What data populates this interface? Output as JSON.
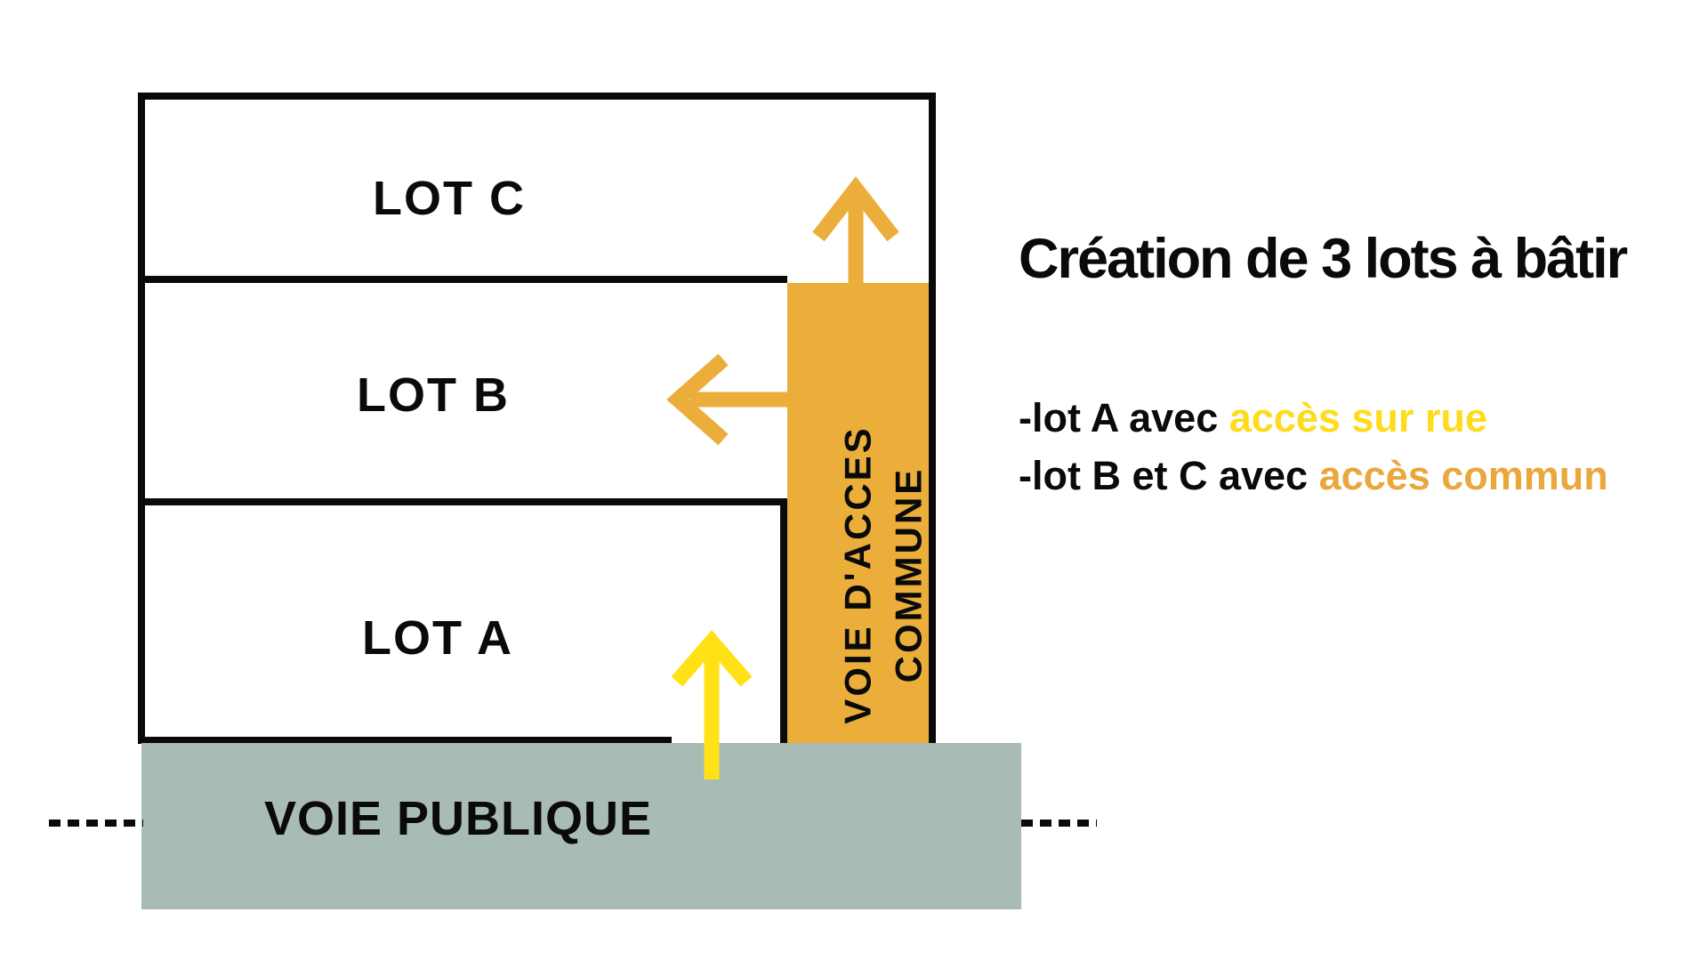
{
  "diagram": {
    "title": "Création de 3 lots à bâtir",
    "lots": [
      {
        "label": "LOT C"
      },
      {
        "label": "LOT B"
      },
      {
        "label": "LOT A"
      }
    ],
    "common_access": {
      "label_line1": "VOIE D'ACCES",
      "label_line2": "COMMUNE"
    },
    "public_road": {
      "label": "VOIE PUBLIQUE"
    },
    "notes": [
      {
        "prefix": "-lot A avec ",
        "highlight": "accès sur rue"
      },
      {
        "prefix": "-lot B et C avec ",
        "highlight": "accès commun"
      }
    ],
    "arrows": [
      {
        "name": "common-access-exit-up",
        "color": "orange"
      },
      {
        "name": "lot-b-access-left",
        "color": "orange"
      },
      {
        "name": "lot-a-street-access-up",
        "color": "yellow"
      }
    ]
  },
  "colors": {
    "line-black": "#0a0a0a",
    "common-access-orange": "#EBAE3B",
    "street-access-yellow": "#FFE116",
    "note-yellow": "#FFDB1D",
    "note-orange": "#E9A73D",
    "public-road-gray": "#A9BBB5"
  }
}
